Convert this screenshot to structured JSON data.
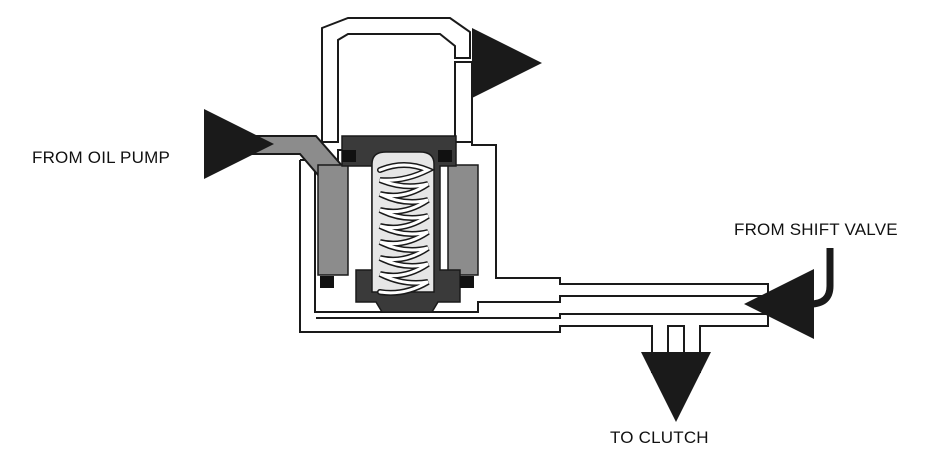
{
  "labels": {
    "from_oil_pump": "FROM OIL PUMP",
    "from_shift_valve": "FROM SHIFT VALVE",
    "to_clutch": "TO CLUTCH"
  },
  "colors": {
    "line": "#1a1a1a",
    "arrow": "#1a1a1a",
    "fluid_medium": "#8c8c8c",
    "fluid_light": "#b8b8b8",
    "piston_dark": "#3a3a3a",
    "seal": "#111111",
    "spring": "#ffffff",
    "background": "#ffffff"
  },
  "icons": {
    "flow_arrow": "arrow-right-icon",
    "down_arrow": "arrow-down-icon"
  }
}
